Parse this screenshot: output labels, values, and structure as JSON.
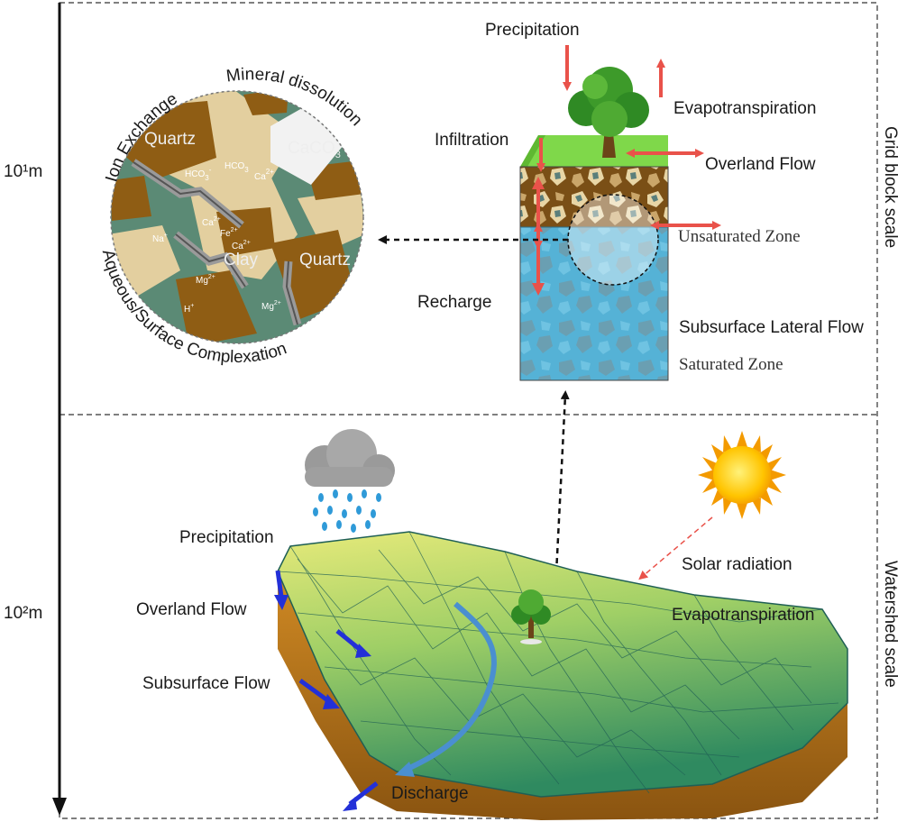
{
  "colors": {
    "arrow_red": "#e9524a",
    "flow_blue": "#2330d8",
    "river": "#4a8fd0",
    "quartz": "#8f5d14",
    "matrix": "#5b8a75",
    "clay_beige": "#e3cf9f",
    "saturated": "#5bb4d6",
    "grass": "#7fd84a",
    "soil": "#a86a18"
  },
  "scale_axis": {
    "upper_tick": "10¹m",
    "lower_tick": "10²m"
  },
  "panels": {
    "top": "Grid block scale",
    "bottom": "Watershed scale"
  },
  "geochem": {
    "arc_top_left": "Ion Exchange",
    "arc_top_right": "Mineral dissolution",
    "arc_bottom": "Aqueous/Surface Complexation",
    "minerals": {
      "quartz_1": "Quartz",
      "quartz_2": "Quartz",
      "calcite": "CaCO",
      "calcite_sub": "3",
      "clay": "Clay"
    },
    "ions": {
      "hco3_a": "HCO",
      "hco3_a_sub": "3",
      "hco3_a_sup": "-",
      "hco3_b": "HCO",
      "hco3_b_sub": "3",
      "ca_a": "Ca",
      "ca_a_sup": "2+",
      "na": "Na",
      "na_sup": "+",
      "ca_b": "Ca",
      "ca_b_sup": "2+",
      "fe": "Fe",
      "fe_sup": "2+",
      "ca_c": "Ca",
      "ca_c_sup": "2+",
      "mg_a": "Mg",
      "mg_a_sup": "2+",
      "h": "H",
      "h_sup": "+",
      "mg_b": "Mg",
      "mg_b_sup": "2+"
    }
  },
  "grid_block": {
    "precipitation": "Precipitation",
    "evapotranspiration": "Evapotranspiration",
    "infiltration": "Infiltration",
    "overland_flow": "Overland Flow",
    "unsaturated_zone": "Unsaturated Zone",
    "recharge": "Recharge",
    "subsurface_lateral_flow": "Subsurface Lateral Flow",
    "saturated_zone": "Saturated Zone"
  },
  "watershed": {
    "precipitation": "Precipitation",
    "solar_radiation": "Solar radiation",
    "overland_flow": "Overland Flow",
    "evapotranspiration": "Evapotranspiration",
    "subsurface_flow": "Subsurface Flow",
    "discharge": "Discharge"
  }
}
